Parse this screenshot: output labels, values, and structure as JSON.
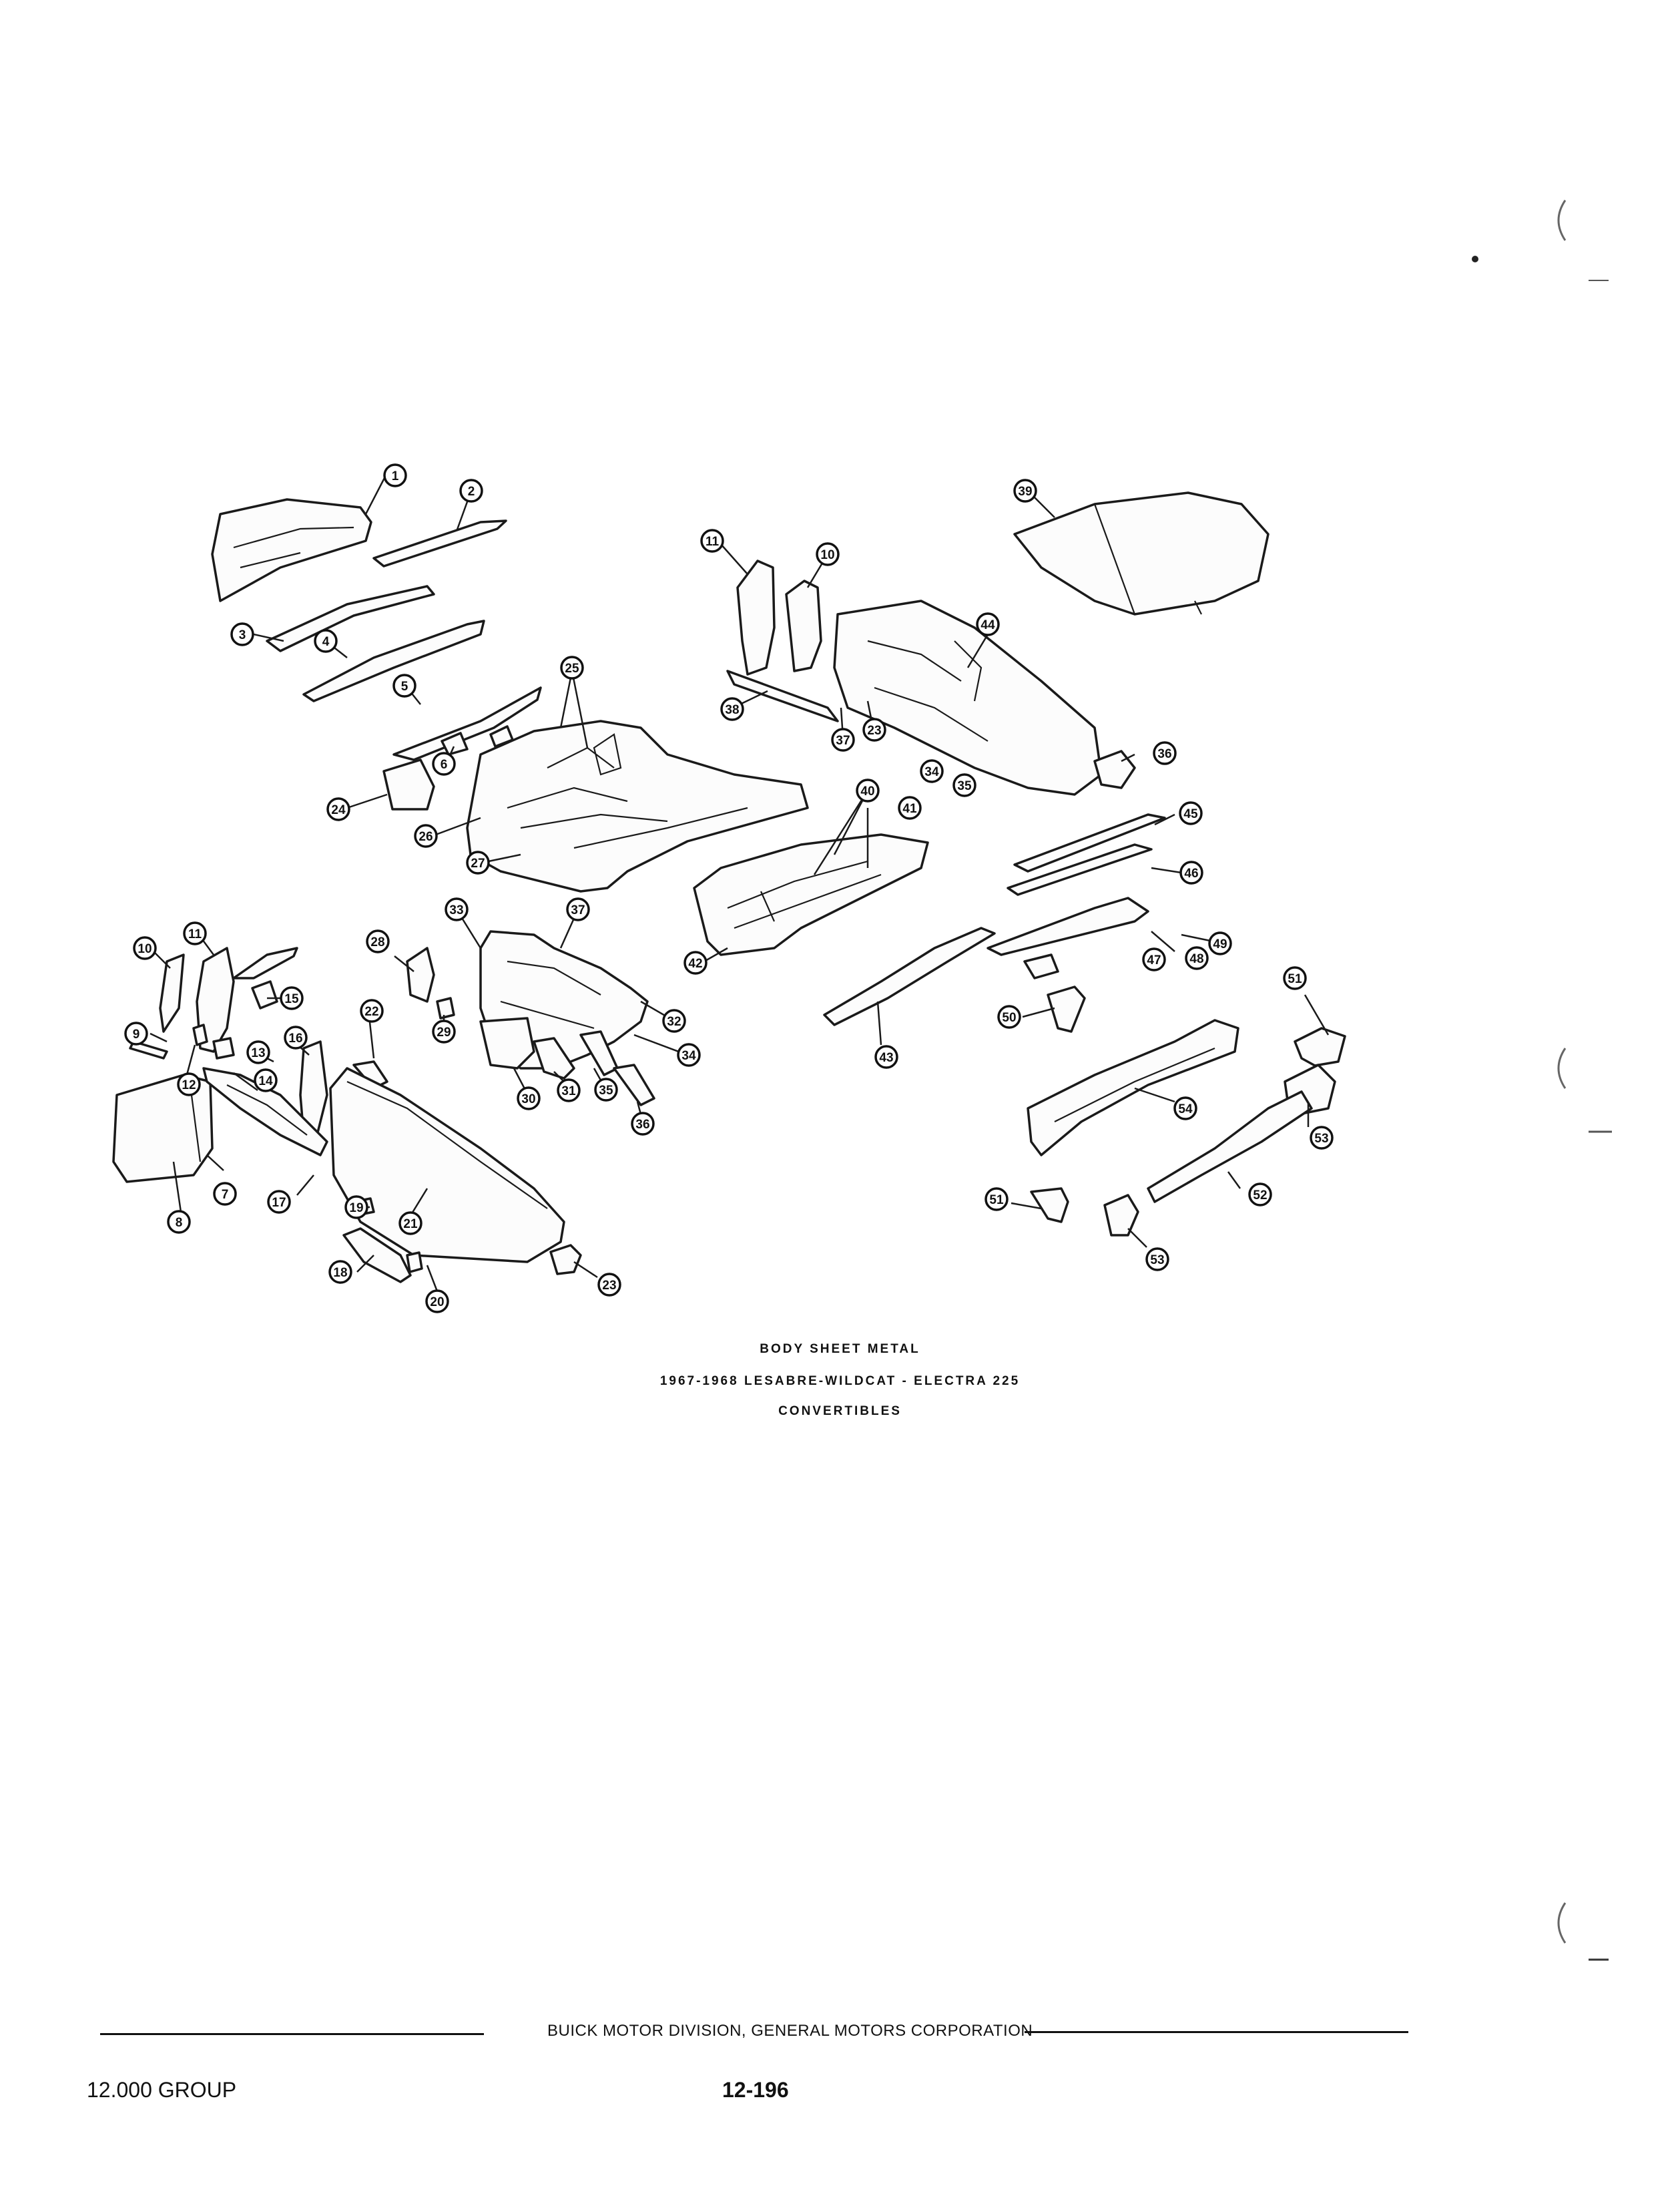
{
  "caption": {
    "line1": "BODY SHEET METAL",
    "line2": "1967-1968 LESABRE-WILDCAT - ELECTRA 225",
    "line3": "CONVERTIBLES"
  },
  "footer": {
    "publisher": "BUICK MOTOR DIVISION, GENERAL MOTORS CORPORATION",
    "group": "12.000 GROUP",
    "page_number": "12-196"
  },
  "callouts": [
    "1",
    "2",
    "3",
    "4",
    "5",
    "6",
    "24",
    "25",
    "26",
    "27",
    "11",
    "10",
    "38",
    "37",
    "23",
    "34",
    "35",
    "44",
    "39",
    "36",
    "40",
    "41",
    "42",
    "45",
    "46",
    "49",
    "47",
    "48",
    "43",
    "50",
    "51",
    "54",
    "53",
    "52",
    "10",
    "11",
    "12",
    "9",
    "13",
    "14",
    "15",
    "16",
    "17",
    "7",
    "8",
    "22",
    "21",
    "19",
    "18",
    "20",
    "23",
    "28",
    "33",
    "37",
    "29",
    "30",
    "31",
    "32",
    "34",
    "35",
    "36",
    "51",
    "53"
  ]
}
